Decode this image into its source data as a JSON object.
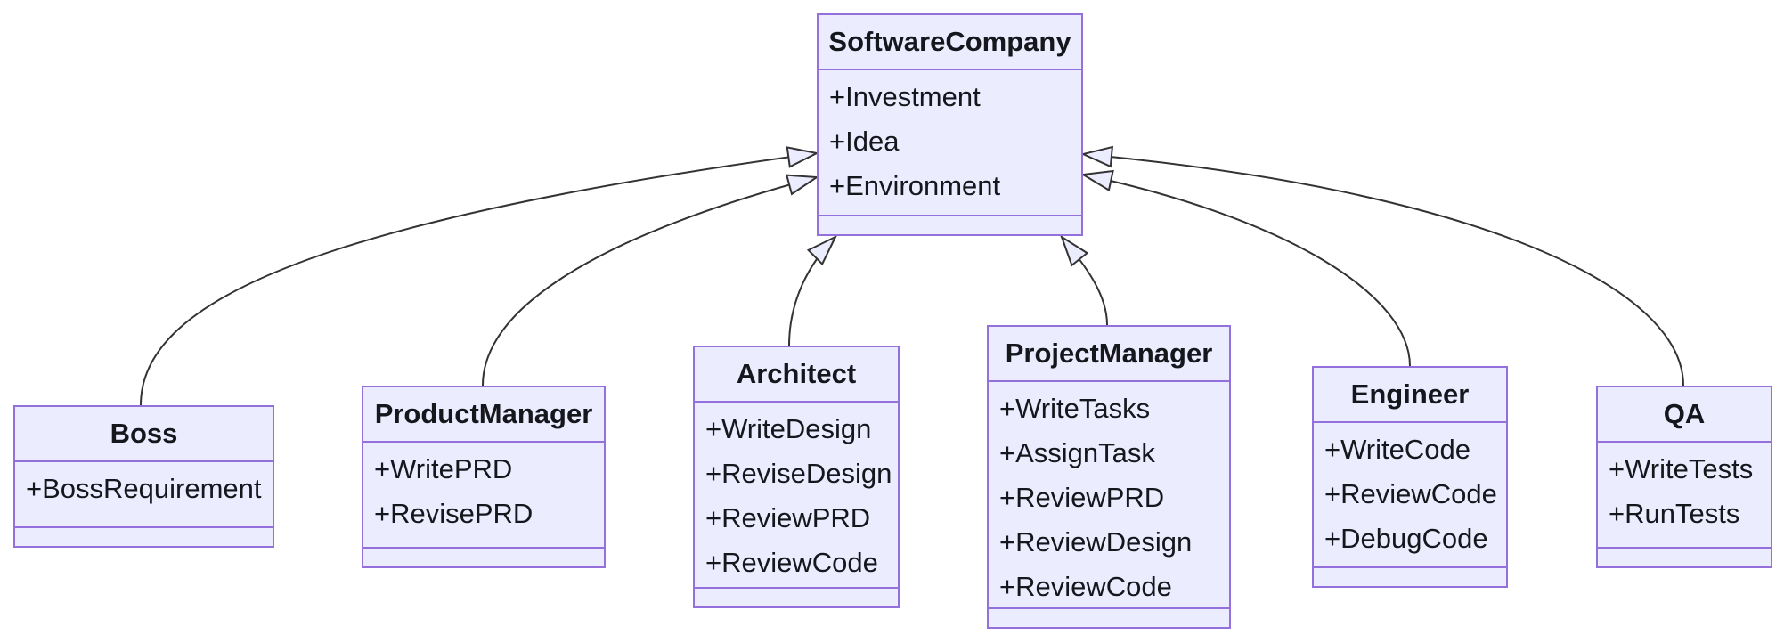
{
  "diagram": {
    "kind": "uml-class-diagram",
    "colors": {
      "node_fill": "#ECECFF",
      "node_border": "#9370DB",
      "edge_line": "#333333",
      "text": "#16161d",
      "background": "#ffffff"
    },
    "classes": [
      {
        "name": "SoftwareCompany",
        "members": [
          "+Investment",
          "+Idea",
          "+Environment"
        ],
        "methods": []
      },
      {
        "name": "Boss",
        "members": [
          "+BossRequirement"
        ],
        "methods": []
      },
      {
        "name": "ProductManager",
        "members": [
          "+WritePRD",
          "+RevisePRD"
        ],
        "methods": []
      },
      {
        "name": "Architect",
        "members": [
          "+WriteDesign",
          "+ReviseDesign",
          "+ReviewPRD",
          "+ReviewCode"
        ],
        "methods": []
      },
      {
        "name": "ProjectManager",
        "members": [
          "+WriteTasks",
          "+AssignTask",
          "+ReviewPRD",
          "+ReviewDesign",
          "+ReviewCode"
        ],
        "methods": []
      },
      {
        "name": "Engineer",
        "members": [
          "+WriteCode",
          "+ReviewCode",
          "+DebugCode"
        ],
        "methods": []
      },
      {
        "name": "QA",
        "members": [
          "+WriteTests",
          "+RunTests"
        ],
        "methods": []
      }
    ],
    "relationships": [
      {
        "from": "Boss",
        "to": "SoftwareCompany",
        "type": "inheritance",
        "arrow": "hollow-triangle"
      },
      {
        "from": "ProductManager",
        "to": "SoftwareCompany",
        "type": "inheritance",
        "arrow": "hollow-triangle"
      },
      {
        "from": "Architect",
        "to": "SoftwareCompany",
        "type": "inheritance",
        "arrow": "hollow-triangle"
      },
      {
        "from": "ProjectManager",
        "to": "SoftwareCompany",
        "type": "inheritance",
        "arrow": "hollow-triangle"
      },
      {
        "from": "Engineer",
        "to": "SoftwareCompany",
        "type": "inheritance",
        "arrow": "hollow-triangle"
      },
      {
        "from": "QA",
        "to": "SoftwareCompany",
        "type": "inheritance",
        "arrow": "hollow-triangle"
      }
    ]
  }
}
